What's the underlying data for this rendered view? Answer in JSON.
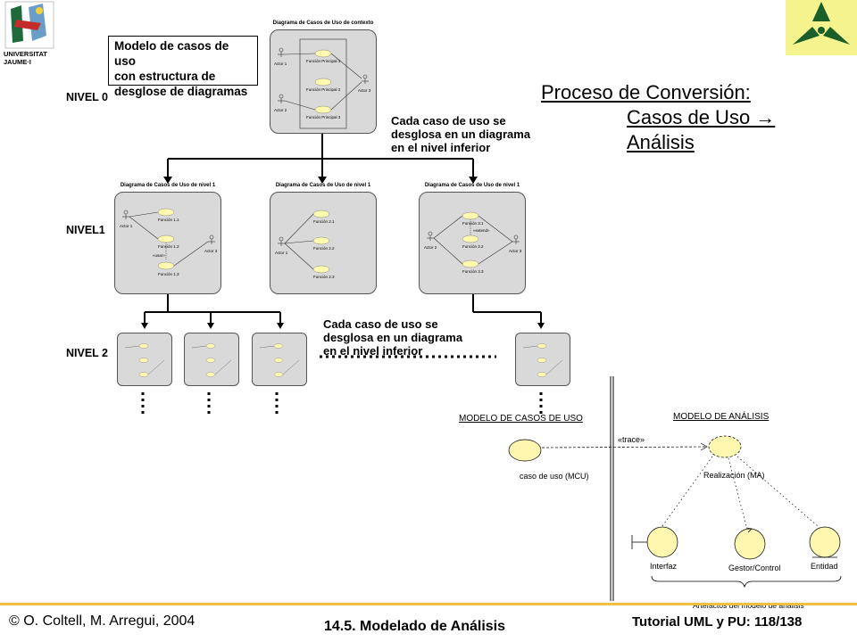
{
  "box_level0": {
    "line1": "Modelo de casos de uso",
    "line2": "con estructura de",
    "line3": "desglose de diagramas"
  },
  "levels": {
    "n0": "NIVEL 0",
    "n1": "NIVEL1",
    "n2": "NIVEL 2"
  },
  "notes": {
    "top": [
      "Cada caso de uso se",
      "desglosa en un diagrama",
      "en el nivel inferior"
    ],
    "middle": [
      "Cada caso de uso se",
      "desglosa en un diagrama",
      "en el nivel inferior"
    ]
  },
  "title": {
    "line1": "Proceso de Conversión:",
    "line2": "Casos de Uso →",
    "line3": "Análisis"
  },
  "diagrams": {
    "context": {
      "title": "Diagrama de Casos de Uso de contexto",
      "actors": [
        "Actor 1",
        "Actor 2",
        "Actor 3"
      ],
      "cases": [
        "Función Principal 1",
        "Función Principal 2",
        "Función Principal 3"
      ]
    },
    "level1": [
      {
        "title": "Diagrama de Casos de Uso de nivel 1",
        "actors": [
          "Actor 1",
          "Actor 3"
        ],
        "cases": [
          "Función 1.1",
          "Función 1.2",
          "Función 1.3"
        ],
        "rel": "«usar»"
      },
      {
        "title": "Diagrama de Casos de Uso de nivel 1",
        "actors": [
          "Actor 1"
        ],
        "cases": [
          "Función 2.1",
          "Función 2.2",
          "Función 2.3"
        ]
      },
      {
        "title": "Diagrama de Casos de Uso de nivel 1",
        "actors": [
          "Actor 2",
          "Actor 3"
        ],
        "cases": [
          "Función 3.1",
          "Función 3.2",
          "Función 3.3"
        ],
        "rel": "«extend»"
      }
    ]
  },
  "analysis": {
    "mcu_title": "MODELO DE CASOS DE USO",
    "ma_title": "MODELO DE ANÁLISIS",
    "trace": "«trace»",
    "usecase": "caso de uso (MCU)",
    "realization": "Realización (MA)",
    "interfaz": "Interfaz",
    "gestor": "Gestor/Control",
    "entidad": "Entidad",
    "artefactos": "Artefactos del modelo de análisis"
  },
  "footer": {
    "left": "© O. Coltell, M. Arregui, 2004",
    "center": "14.5. Modelado de Análisis",
    "right": "Tutorial UML y PU: 118/138"
  },
  "logo": {
    "line1": "UNIVERSITAT",
    "line2": "JAUME·I"
  },
  "colors": {
    "diagram_bg": "#d9d9d9",
    "usecase_fill": "#fff9b0",
    "footer_line": "#f0c040",
    "logo_bg": "#f4f38e"
  }
}
